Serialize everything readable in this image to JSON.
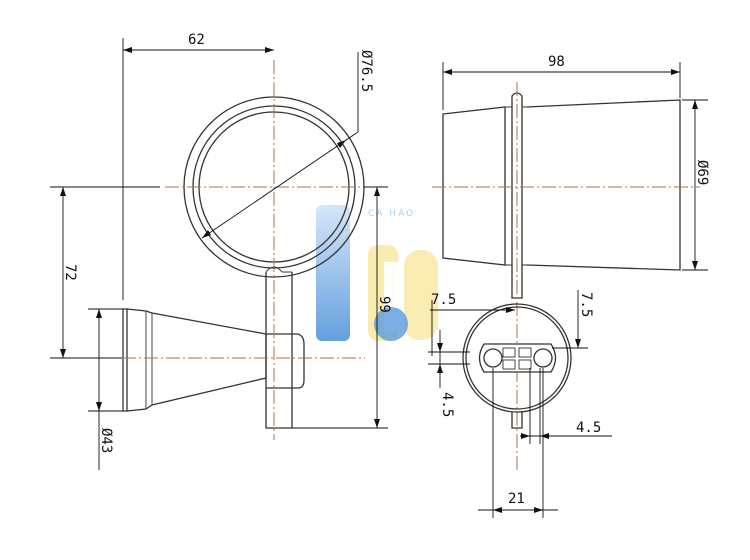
{
  "colors": {
    "outline": "#333333",
    "dimension": "#111111",
    "centerline": "#b07040",
    "watermark_blue": "#4a90d9",
    "watermark_yellow": "#f5e38a"
  },
  "watermark": {
    "text": "CA HÀO"
  },
  "dimensions": {
    "front_width": "62",
    "ring_diameter": "Ø76.5",
    "arm_height": "72",
    "ring_to_base": "99",
    "base_diameter": "Ø43",
    "side_width": "98",
    "side_diameter": "Ø69",
    "slot_h_left": "7.5",
    "slot_h_right": "7.5",
    "slot_v_left": "4.5",
    "slot_v_right": "4.5",
    "slot_span": "21"
  }
}
